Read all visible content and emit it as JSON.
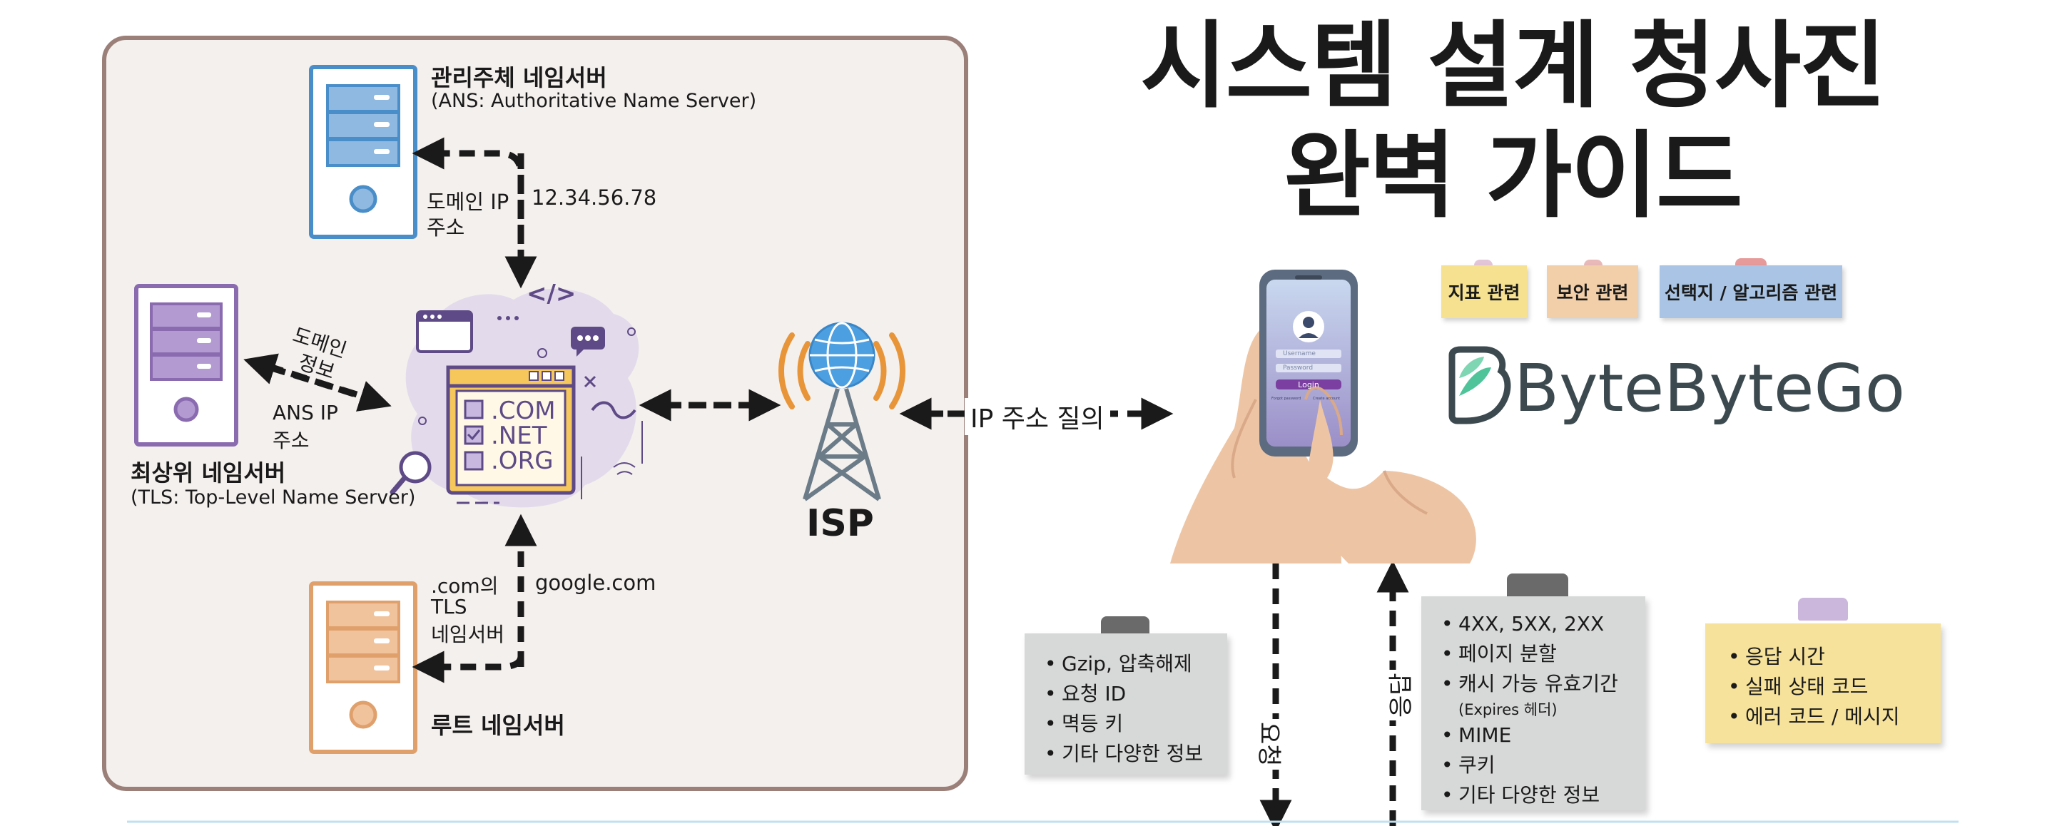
{
  "title": {
    "line1": "시스템 설계 청사진",
    "line2": "완벽 가이드"
  },
  "dns": {
    "ans_label": "관리주체 네임서버",
    "ans_sub": "(ANS: Authoritative Name Server)",
    "domain_ip_label_1": "도메인 IP",
    "domain_ip_label_2": "주소",
    "ip_value": "12.34.56.78",
    "tld_label": "최상위 네임서버",
    "tld_sub": "(TLS: Top-Level Name Server)",
    "domain_info_1": "도메인",
    "domain_info_2": "정보",
    "ans_ip_1": "ANS IP",
    "ans_ip_2": "주소",
    "root_label": "루트 네임서버",
    "com_tls_1": ".com의",
    "com_tls_2": "TLS",
    "com_tls_3": "네임서버",
    "google": "google.com",
    "domains": [
      ".COM",
      ".NET",
      ".ORG"
    ],
    "code_tag": "</>"
  },
  "isp": {
    "label": "ISP",
    "query": "IP 주소 질의"
  },
  "phone": {
    "username": "Username",
    "password": "Password",
    "login": "Login",
    "link_left": "Forgot password",
    "link_right": "Create account"
  },
  "legend": [
    {
      "label": "지표 관련",
      "color": "#f5e18f",
      "pin": "#e3c5d8"
    },
    {
      "label": "보안 관련",
      "color": "#f2cfa8",
      "pin": "#e9b9b9"
    },
    {
      "label": "선택지 / 알고리즘 관련",
      "color": "#a9c4e4",
      "pin": "#e79a9a"
    }
  ],
  "brand": {
    "name": "ByteByteGo"
  },
  "flow": {
    "request": "요청",
    "response": "응답"
  },
  "request_note": {
    "items": [
      "Gzip, 압축해제",
      "요청 ID",
      "멱등 키",
      "기타 다양한 정보"
    ]
  },
  "response_note": {
    "items": [
      "4XX, 5XX, 2XX",
      "페이지 분할",
      "캐시 가능 유효기간"
    ],
    "small": "(Expires 헤더)",
    "items2": [
      "MIME",
      "쿠키",
      "기타 다양한 정보"
    ]
  },
  "metrics_note": {
    "items": [
      "응답 시간",
      "실패 상태 코드",
      "에러 코드 / 메시지"
    ]
  },
  "colors": {
    "panel_bg": "#f4f0ed",
    "panel_border": "#9b7f79",
    "ans_blue": "#4a8ec9",
    "tld_purple": "#8a6bb0",
    "root_orange": "#e0a06c",
    "isp_orange": "#e8953a",
    "isp_blue": "#4c9fe0",
    "gray_note": "#d7d8d8",
    "yellow_note": "#f6e29a"
  }
}
